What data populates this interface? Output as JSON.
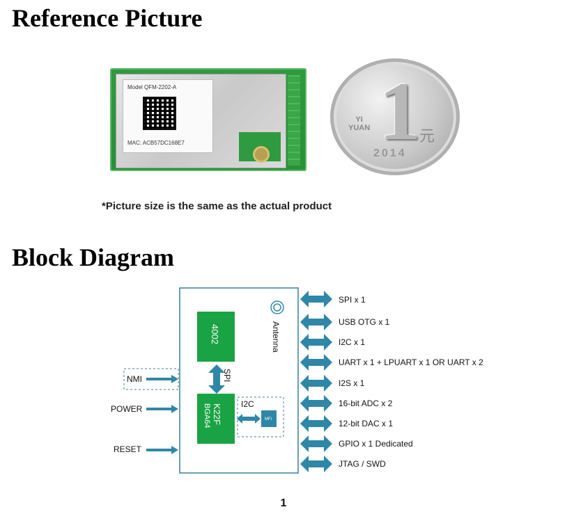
{
  "sections": {
    "reference_title": "Reference Picture",
    "block_title": "Block Diagram"
  },
  "photo": {
    "model_label": "Model QFM-2202-A",
    "mac_label": "MAC: ACB57DC168E7",
    "coin_yi": "YI",
    "coin_yuan_word": "YUAN",
    "coin_numeral": "1",
    "coin_yuan_char": "元",
    "coin_year": "2014",
    "caption": "*Picture size is the same as the actual product"
  },
  "diagram": {
    "chip_4002": "4002",
    "antenna": "Antenna",
    "spi_link": "SPI",
    "k22f": "K22F",
    "bga64": "BGA64",
    "i2c_link": "I2C",
    "mfi": "MFi",
    "inputs": [
      "NMI",
      "POWER",
      "RESET"
    ],
    "interfaces": [
      "SPI  x 1",
      "USB OTG  x 1",
      "I2C  x 1",
      "UART x 1 + LPUART x 1  OR  UART x 2",
      "I2S  x 1",
      "16-bit ADC x 2",
      "12-bit DAC x 1",
      "GPIO x 1 Dedicated",
      "JTAG / SWD"
    ],
    "colors": {
      "chip_green": "#1aa344",
      "arrow_blue": "#2f87a8",
      "border": "#3a7f9a"
    }
  },
  "page_number": "1"
}
